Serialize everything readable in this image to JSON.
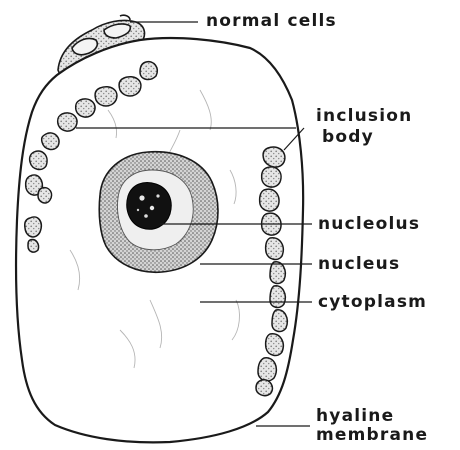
{
  "diagram": {
    "labels": {
      "normal_cells": "normal cells",
      "inclusion_line1": "inclusion",
      "inclusion_line2": "body",
      "nucleolus": "nucleolus",
      "nucleus": "nucleus",
      "cytoplasm": "cytoplasm",
      "hyaline_line1": "hyaline",
      "hyaline_line2": "membrane"
    },
    "colors": {
      "ink": "#1a1a1a",
      "background": "#ffffff",
      "stipple": "#9a9a9a",
      "nucleolus": "#111111"
    }
  }
}
